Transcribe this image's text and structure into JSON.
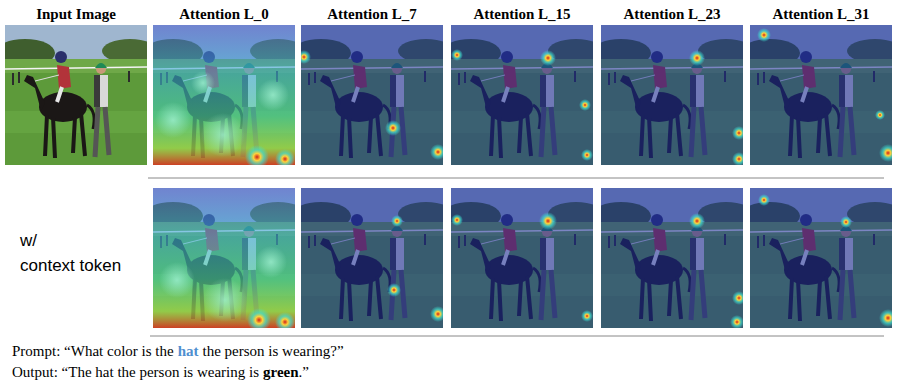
{
  "diagram": {
    "labels": [
      "Input Image",
      "Attention L_0",
      "Attention L_7",
      "Attention L_15",
      "Attention L_23",
      "Attention L_31",
      "w/",
      "context token",
      "Prompt: “What color is the",
      "hat",
      "the person is wearing?”",
      "Output: “The hat the person is wearing is",
      "green",
      ".”"
    ]
  }
}
